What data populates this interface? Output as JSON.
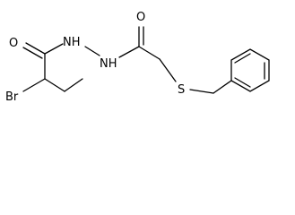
{
  "molecule": {
    "atoms": {
      "o_left": "O",
      "nh_upper": "NH",
      "nh_lower": "NH",
      "o_right": "O",
      "s": "S",
      "br": "Br"
    },
    "colors": {
      "bond": "#000000",
      "label": "#000000",
      "background": "#ffffff"
    }
  }
}
